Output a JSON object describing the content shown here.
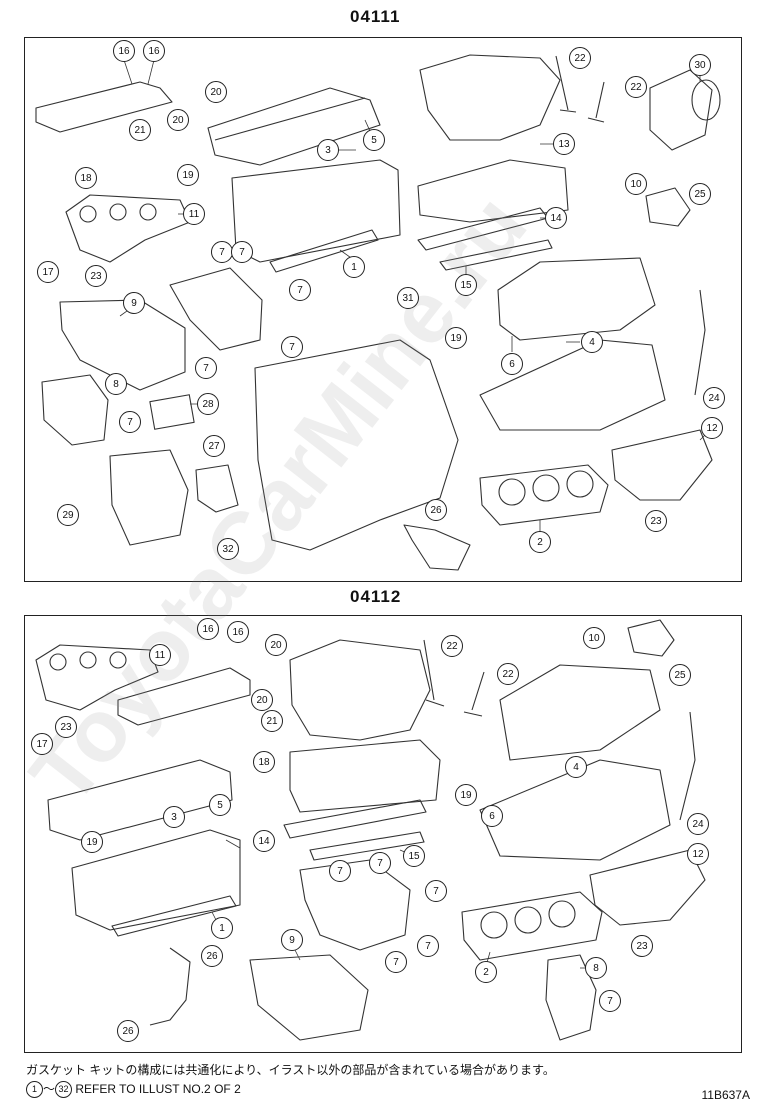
{
  "kits": [
    {
      "code": "04111"
    },
    {
      "code": "04112"
    }
  ],
  "watermark": "ToyotaCarMine.ru",
  "footnote": {
    "japanese": "ガスケット キットの構成には共通化により、イラスト以外の部品が含まれている場合があります。",
    "range_start": "1",
    "range_sep": "～",
    "range_end": "32",
    "refer_text": "REFER TO ILLUST NO.2 OF 2"
  },
  "illustration_code": "11B637A",
  "panel1_callouts": [
    "16",
    "16",
    "20",
    "20",
    "21",
    "18",
    "19",
    "5",
    "3",
    "22",
    "22",
    "13",
    "30",
    "10",
    "25",
    "11",
    "17",
    "23",
    "7",
    "7",
    "1",
    "14",
    "15",
    "7",
    "7",
    "31",
    "9",
    "19",
    "6",
    "4",
    "8",
    "7",
    "28",
    "24",
    "12",
    "27",
    "29",
    "26",
    "23",
    "2",
    "32",
    "7"
  ],
  "panel2_callouts": [
    "16",
    "16",
    "20",
    "20",
    "11",
    "17",
    "23",
    "21",
    "18",
    "22",
    "22",
    "10",
    "25",
    "5",
    "3",
    "19",
    "19",
    "6",
    "4",
    "24",
    "14",
    "15",
    "7",
    "7",
    "7",
    "12",
    "1",
    "9",
    "7",
    "26",
    "2",
    "23",
    "8",
    "7",
    "26",
    "7"
  ]
}
